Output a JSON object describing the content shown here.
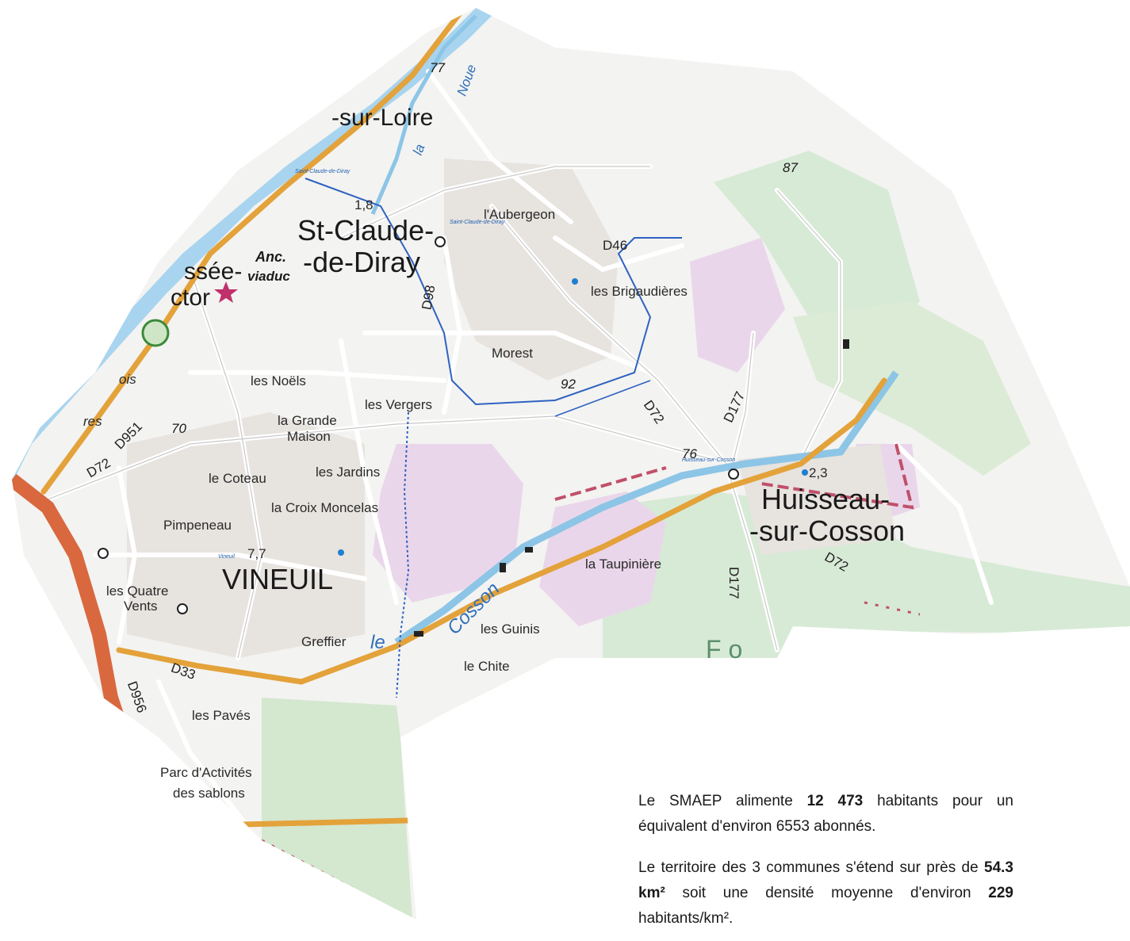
{
  "map": {
    "communes": [
      {
        "line1": "St-Claude-",
        "line2": "-de-Diray",
        "blue_name": "Saint-Claude-de-Diray",
        "value": "1,8"
      },
      {
        "line1": "Huisseau-",
        "line2": "-sur-Cosson",
        "blue_name": "Huisseau-sur-Cosson",
        "value": "2,3"
      },
      {
        "line1": "VINEUIL",
        "blue_name": "Vineuil",
        "value": "7,7"
      }
    ],
    "partial_labels": [
      "-sur-Loire",
      "ssée-",
      "ctor",
      "ois",
      "res",
      "Anc.",
      "viaduc",
      "Saint-Claude-de-Diray"
    ],
    "places": {
      "auberjeon": "l'Aubergeon",
      "brigaudieres": "les Brigaudières",
      "morest": "Morest",
      "noels": "les Noëls",
      "grande_maison_1": "la Grande",
      "grande_maison_2": "Maison",
      "vergers": "les Vergers",
      "coteau": "le Coteau",
      "jardins": "les Jardins",
      "croix": "la Croix Moncelas",
      "pimpeneau": "Pimpeneau",
      "quatre_vents_1": "les Quatre",
      "quatre_vents_2": "Vents",
      "taupiniere": "la Taupinière",
      "guinis": "les Guinis",
      "chite": "le Chite",
      "greffier": "Greffier",
      "paves": "les Pavés",
      "parc_1": "Parc d'Activités",
      "parc_2": "des sablons"
    },
    "rivers": {
      "noue_1": "la",
      "noue_2": "Noue",
      "cosson_1": "le",
      "cosson_2": "Cosson"
    },
    "roads": [
      "D46",
      "D98",
      "D72",
      "D72",
      "D72",
      "D951",
      "D177",
      "D177",
      "D33",
      "D956"
    ],
    "spot_heights": [
      "77",
      "87",
      "92",
      "70",
      "76"
    ],
    "forest_letters": "F o"
  },
  "info": {
    "p1_a": "Le SMAEP alimente ",
    "p1_b": "12 473",
    "p1_c": " habitants pour un équivalent d'environ 6553 abonnés.",
    "p2_a": "Le territoire des 3 communes s'étend sur près de ",
    "p2_b": "54.3 km²",
    "p2_c": " soit une densité moyenne d'environ ",
    "p2_d": "229",
    "p2_e": " habitants/km²."
  },
  "colors": {
    "loire": "#a8d4ef",
    "main_road": "#e3a23a",
    "motorway": "#d9683f",
    "commune_border": "#2f62c2",
    "forest": "#d7ead6",
    "vineyard": "#ead6ea",
    "urban": "#e7e3df"
  }
}
